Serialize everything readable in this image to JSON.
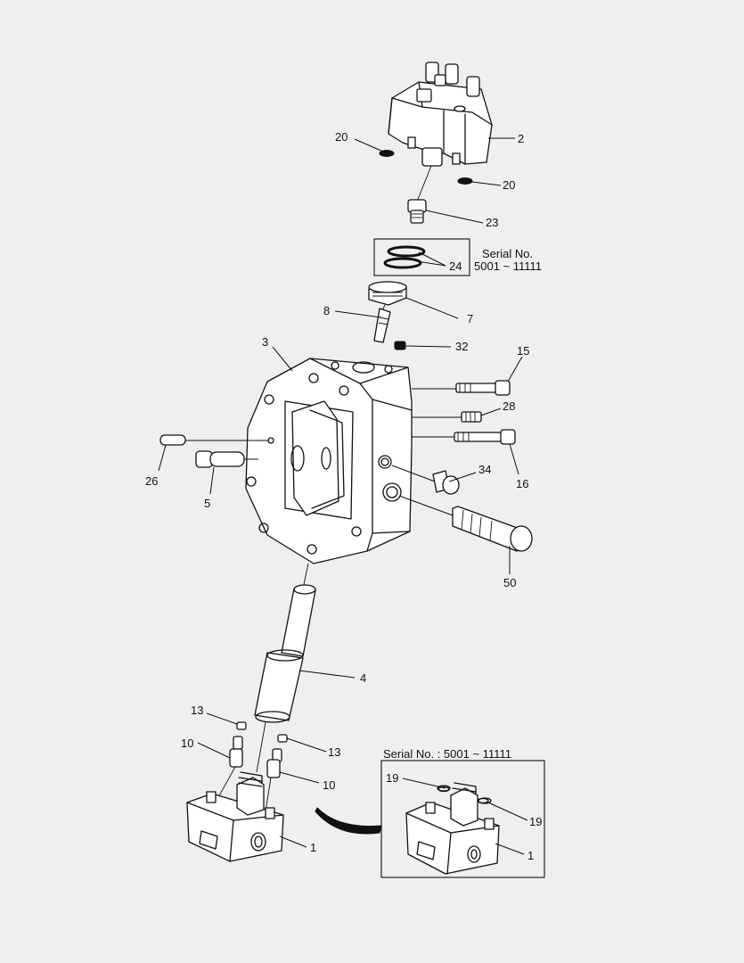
{
  "labels": {
    "p1": "1",
    "p1b": "1",
    "p2": "2",
    "p3": "3",
    "p4": "4",
    "p5": "5",
    "p7": "7",
    "p8": "8",
    "p10a": "10",
    "p10b": "10",
    "p13a": "13",
    "p13b": "13",
    "p15": "15",
    "p16": "16",
    "p19a": "19",
    "p19b": "19",
    "p20a": "20",
    "p20b": "20",
    "p23": "23",
    "p24": "24",
    "p26": "26",
    "p28": "28",
    "p32": "32",
    "p34": "34",
    "p50": "50"
  },
  "serial_box_top": {
    "line1": "Serial No.",
    "line2": "5001 ~ 11111"
  },
  "serial_box_bottom": {
    "title": "Serial No. : 5001 ~ 11111"
  },
  "colors": {
    "background": "#efefef",
    "ink": "#111111"
  }
}
